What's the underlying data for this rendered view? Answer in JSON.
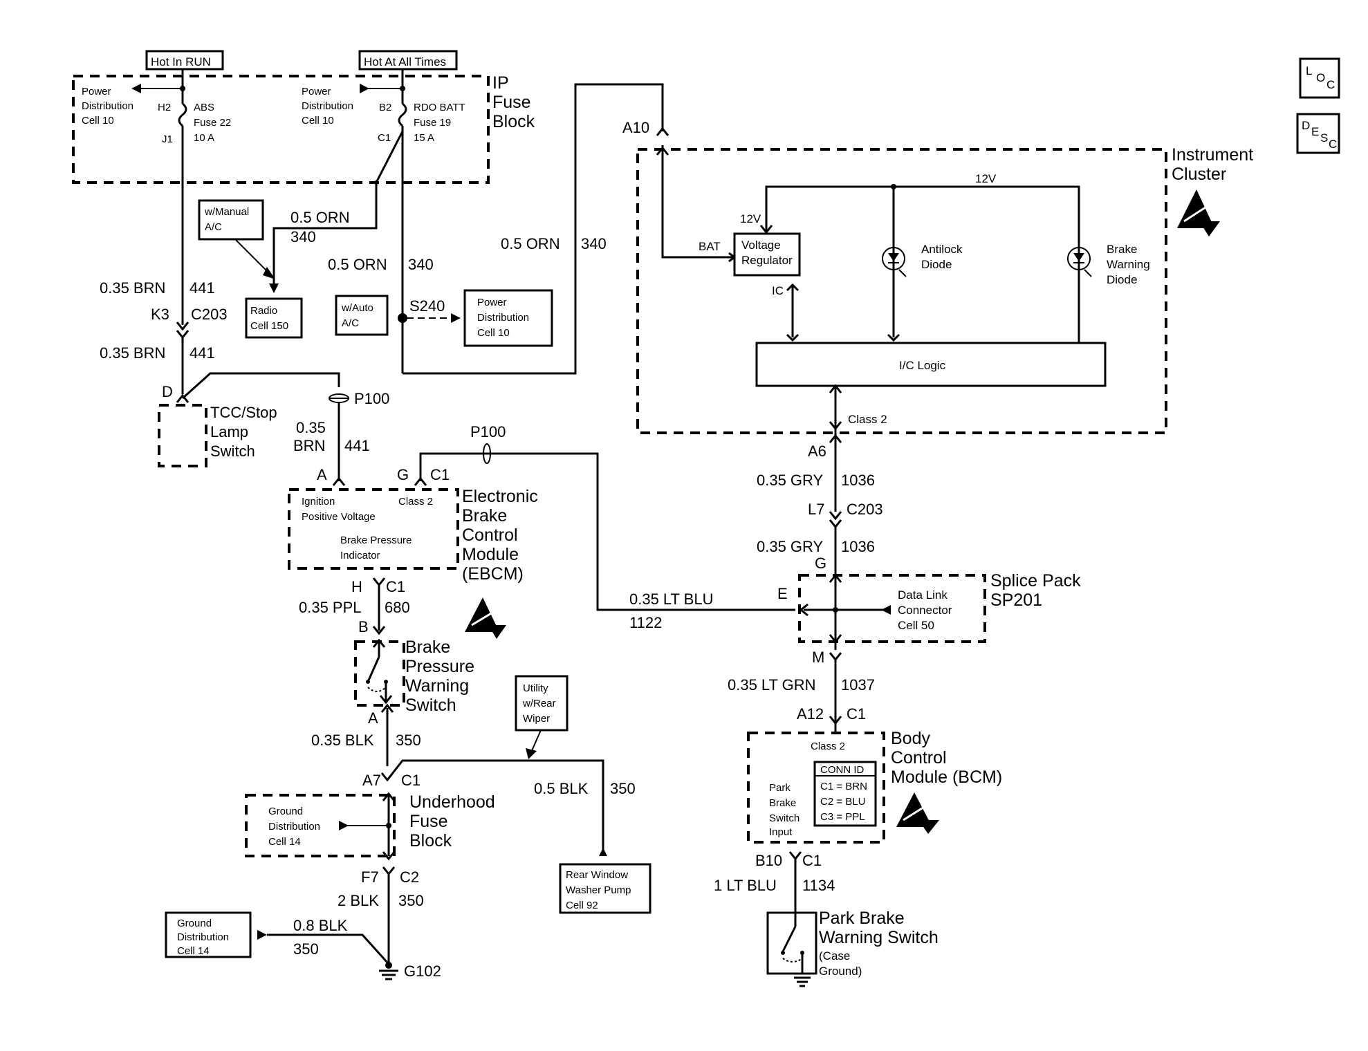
{
  "hot_in_run": "Hot In RUN",
  "hot_at_all_times": "Hot At All Times",
  "ip_fuse_block": {
    "l1": "IP",
    "l2": "Fuse",
    "l3": "Block"
  },
  "pd_left": {
    "l1": "Power",
    "l2": "Distribution",
    "l3": "Cell 10"
  },
  "pd_right": {
    "l1": "Power",
    "l2": "Distribution",
    "l3": "Cell 10"
  },
  "abs_fuse": {
    "l1": "ABS",
    "l2": "Fuse 22",
    "l3": "10 A"
  },
  "rdo_fuse": {
    "l1": "RDO BATT",
    "l2": "Fuse 19",
    "l3": "15 A"
  },
  "pins": {
    "h2": "H2",
    "j1": "J1",
    "b2": "B2",
    "c1": "C1"
  },
  "manual_ac": {
    "l1": "w/Manual",
    "l2": "A/C"
  },
  "auto_ac": {
    "l1": "w/Auto",
    "l2": "A/C"
  },
  "radio": {
    "l1": "Radio",
    "l2": "Cell 150"
  },
  "pd_s240": {
    "l1": "Power",
    "l2": "Distribution",
    "l3": "Cell 10"
  },
  "s240": "S240",
  "wire_05orn": "0.5 ORN",
  "c340": "340",
  "wire_035brn": "0.35 BRN",
  "c441": "441",
  "k3": "K3",
  "c203": "C203",
  "d": "D",
  "p100": "P100",
  "tcc": {
    "l1": "TCC/Stop",
    "l2": "Lamp",
    "l3": "Switch"
  },
  "brn035": {
    "l1": "0.35",
    "l2": "BRN"
  },
  "a10": "A10",
  "instrument_cluster": {
    "l1": "Instrument",
    "l2": "Cluster"
  },
  "v12": "12V",
  "bat": "BAT",
  "voltage_regulator": {
    "l1": "Voltage",
    "l2": "Regulator"
  },
  "ic": "IC",
  "antilock_diode": {
    "l1": "Antilock",
    "l2": "Diode"
  },
  "brake_warning_diode": {
    "l1": "Brake",
    "l2": "Warning",
    "l3": "Diode"
  },
  "ic_logic": "I/C Logic",
  "class2": "Class 2",
  "a6": "A6",
  "wire_035gry": "0.35 GRY",
  "c1036": "1036",
  "l7": "L7",
  "g": "G",
  "splice_pack": {
    "l1": "Splice Pack",
    "l2": "SP201"
  },
  "e": "E",
  "dlc": {
    "l1": "Data Link",
    "l2": "Connector",
    "l3": "Cell 50"
  },
  "wire_035ltblu": "0.35 LT BLU",
  "c1122": "1122",
  "m": "M",
  "wire_035ltgrn": "0.35 LT GRN",
  "c1037": "1037",
  "a12": "A12",
  "bcm": {
    "l1": "Body",
    "l2": "Control",
    "l3": "Module (BCM)"
  },
  "conn_id": {
    "title": "CONN ID",
    "c1": "C1 = BRN",
    "c2": "C2 = BLU",
    "c3": "C3 = PPL"
  },
  "park_input": {
    "l1": "Park",
    "l2": "Brake",
    "l3": "Switch",
    "l4": "Input"
  },
  "b10": "B10",
  "wire_1ltblu": "1 LT BLU",
  "c1134": "1134",
  "park_switch": {
    "l1": "Park Brake",
    "l2": "Warning Switch",
    "l3": "(Case",
    "l4": "Ground)"
  },
  "a": "A",
  "ebcm": {
    "l1": "Electronic",
    "l2": "Brake",
    "l3": "Control",
    "l4": "Module",
    "l5": "(EBCM)"
  },
  "ign_pos": {
    "l1": "Ignition",
    "l2": "Positive Voltage"
  },
  "bpi": {
    "l1": "Brake Pressure",
    "l2": "Indicator"
  },
  "h": "H",
  "wire_035ppl": "0.35 PPL",
  "c680": "680",
  "b": "B",
  "bpws": {
    "l1": "Brake",
    "l2": "Pressure",
    "l3": "Warning",
    "l4": "Switch"
  },
  "wire_035blk": "0.35 BLK",
  "c350": "350",
  "utility": {
    "l1": "Utility",
    "l2": "w/Rear",
    "l3": "Wiper"
  },
  "a7": "A7",
  "ufb": {
    "l1": "Underhood",
    "l2": "Fuse",
    "l3": "Block"
  },
  "gd_ufb": {
    "l1": "Ground",
    "l2": "Distribution",
    "l3": "Cell 14"
  },
  "wire_05blk": "0.5 BLK",
  "f7": "F7",
  "c2": "C2",
  "wire_2blk": "2 BLK",
  "rwwp": {
    "l1": "Rear Window",
    "l2": "Washer Pump",
    "l3": "Cell 92"
  },
  "gd_bottom": {
    "l1": "Ground",
    "l2": "Distribution",
    "l3": "Cell 14"
  },
  "wire_08blk": "0.8 BLK",
  "g102": "G102",
  "loc": {
    "a": "L",
    "b": "O",
    "c": "C"
  },
  "desc": {
    "a": "D",
    "b": "E",
    "c": "S",
    "d": "C"
  }
}
